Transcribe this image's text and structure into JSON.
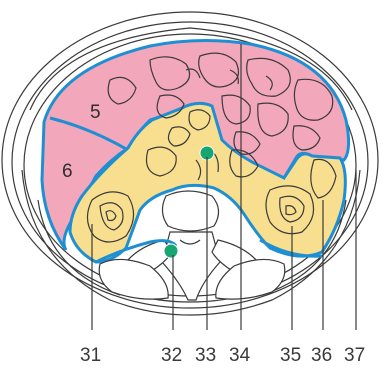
{
  "colors": {
    "outline": "#3a3a3a",
    "boundary": "#1f8fd3",
    "intraperitoneal": "#f2a7bb",
    "retroperitoneal": "#f8df8f",
    "marker": "#17a671",
    "bone": "#ffffff"
  },
  "region_labels": {
    "r5": "5",
    "r6": "6"
  },
  "callouts": [
    "31",
    "32",
    "33",
    "34",
    "35",
    "36",
    "37"
  ]
}
